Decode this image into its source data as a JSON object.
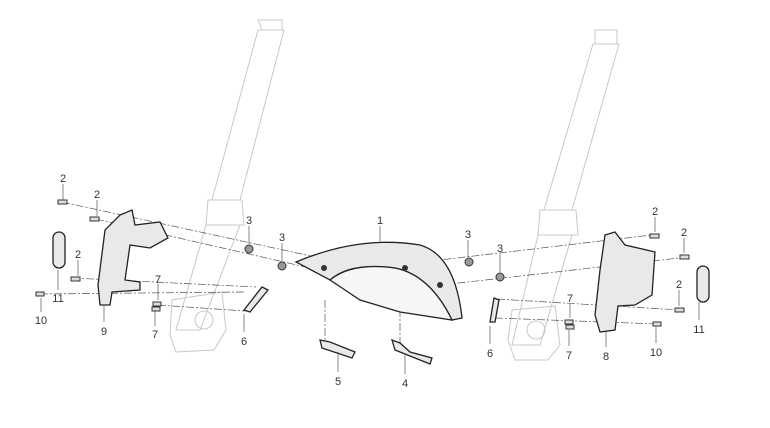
{
  "callouts": {
    "left_bolt_top_a": "2",
    "left_bolt_top_b": "2",
    "left_bolt_mid": "2",
    "left_reflector": "11",
    "left_screw": "10",
    "left_bracket": "9",
    "left_bolt7_top": "7",
    "left_bolt7_bottom": "7",
    "left_hose_clamp": "6",
    "left_nut_a": "3",
    "left_nut_b": "3",
    "fender": "1",
    "fender_bracket_left": "5",
    "fender_bracket_right": "4",
    "right_nut_a": "3",
    "right_nut_b": "3",
    "right_hose_clamp": "6",
    "right_bolt7_top": "7",
    "right_bolt7_bottom": "7",
    "right_bracket": "8",
    "right_screw": "10",
    "right_bolt_top_a": "2",
    "right_bolt_top_b": "2",
    "right_bolt_mid": "2",
    "right_reflector": "11"
  }
}
